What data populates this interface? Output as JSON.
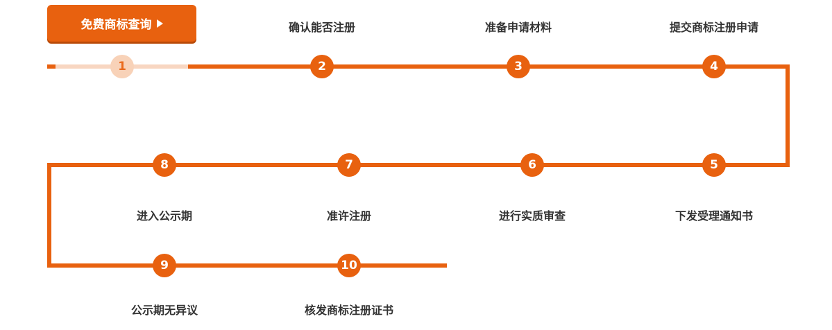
{
  "cta": {
    "label": "免费商标查询"
  },
  "steps": [
    {
      "number": "1",
      "label": ""
    },
    {
      "number": "2",
      "label": "确认能否注册"
    },
    {
      "number": "3",
      "label": "准备申请材料"
    },
    {
      "number": "4",
      "label": "提交商标注册申请"
    },
    {
      "number": "5",
      "label": "下发受理通知书"
    },
    {
      "number": "6",
      "label": "进行实质审查"
    },
    {
      "number": "7",
      "label": "准许注册"
    },
    {
      "number": "8",
      "label": "进入公示期"
    },
    {
      "number": "9",
      "label": "公示期无异议"
    },
    {
      "number": "10",
      "label": "核发商标注册证书"
    }
  ],
  "current_step": 1,
  "colors": {
    "accent": "#e8610f",
    "completed": "#f8d6c1",
    "text": "#333333"
  }
}
